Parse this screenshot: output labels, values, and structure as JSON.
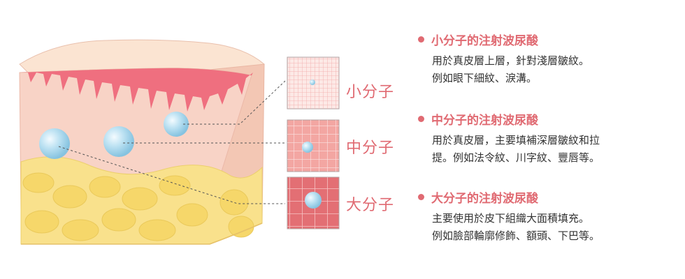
{
  "colors": {
    "accent": "#e06a72",
    "skin_top": "#fbe1ce",
    "dermis": "#f7cfc2",
    "papillae": "#ef6d7c",
    "fat": "#f8e08a",
    "fat_cell": "#f5d86a",
    "molecule": "#a8d8ee"
  },
  "rows": [
    {
      "label": "小分子",
      "title": "小分子的注射波尿酸",
      "lines": [
        "用於真皮層上層，針對淺層皺紋。",
        "例如眼下細紋、淚溝。"
      ]
    },
    {
      "label": "中分子",
      "title": "中分子的注射波尿酸",
      "lines": [
        "用於真皮層，主要填補深層皺紋和拉",
        "提。例如法令紋、川字紋、豐唇等。"
      ]
    },
    {
      "label": "大分子",
      "title": "大分子的注射波尿酸",
      "lines": [
        "主要使用於皮下組織大面積填充。",
        "例如臉部輪廓修飾、額頭、下巴等。"
      ]
    }
  ]
}
